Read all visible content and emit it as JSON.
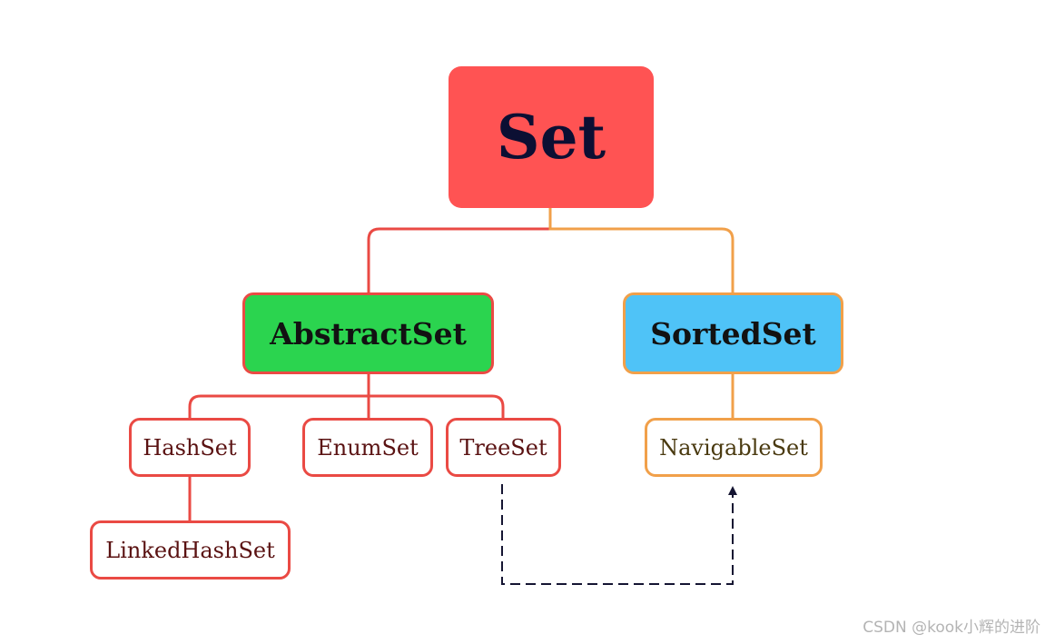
{
  "nodes": {
    "set": "Set",
    "abstractset": "AbstractSet",
    "sortedset": "SortedSet",
    "hashset": "HashSet",
    "enumset": "EnumSet",
    "treeset": "TreeSet",
    "linkedhashset": "LinkedHashSet",
    "navigableset": "NavigableSet"
  },
  "colors": {
    "set_fill": "#ff5353",
    "abstract_fill": "#2bd44f",
    "sorted_fill": "#4fc3f7",
    "red_line": "#ea4a44",
    "orange_line": "#f1a04a",
    "dashed_arrow": "#151532"
  },
  "watermark": "CSDN @kook小辉的进阶"
}
